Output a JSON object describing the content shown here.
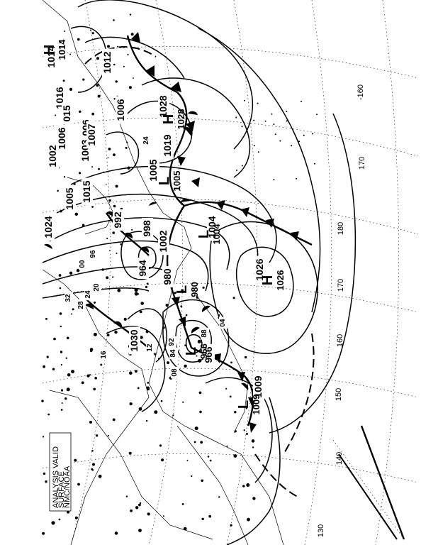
{
  "map": {
    "longitudes": [
      "-160",
      "170",
      "180",
      "170",
      "160",
      "150",
      "140",
      "130"
    ],
    "pressure_labels": [
      "1014",
      "1012",
      "1016",
      "015",
      "006",
      "1006",
      "1006",
      "1028",
      "24",
      "1019",
      "1005",
      "1003",
      "1002",
      "1007",
      "1015",
      "1005",
      "1024",
      "992",
      "998",
      "1002",
      "1004",
      "964",
      "980",
      "1026",
      "1030",
      "966",
      "1009",
      "32",
      "28",
      "24",
      "20",
      "16",
      "12",
      "08",
      "04",
      "00",
      "96",
      "92",
      "88",
      "84"
    ],
    "centers": [
      {
        "type": "H",
        "value": "1014"
      },
      {
        "type": "H",
        "value": "1028"
      },
      {
        "type": "H",
        "value": "1026"
      },
      {
        "type": "L",
        "value": "1004"
      },
      {
        "type": "L",
        "value": "1005"
      },
      {
        "type": "L",
        "value": "980"
      },
      {
        "type": "L",
        "value": "966"
      },
      {
        "type": "L",
        "value": "1009"
      }
    ],
    "header_lines": [
      "ANALYSIS VALID",
      "SURFACE",
      "NMC/NOAA"
    ],
    "colors": {
      "ink": "#000000",
      "paper": "#ffffff"
    }
  }
}
